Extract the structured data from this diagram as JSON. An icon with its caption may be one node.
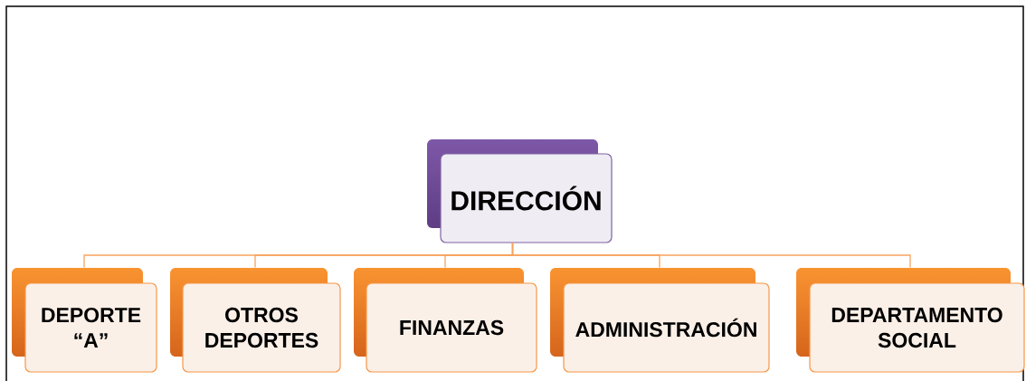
{
  "diagram": {
    "nodes": [
      {
        "text": [
          "DIRECCIÓN"
        ]
      },
      {
        "text": [
          "DEPORTE “A”"
        ]
      },
      {
        "text": [
          "OTROS DEPORTES"
        ]
      },
      {
        "text": [
          "FINANZAS"
        ]
      },
      {
        "text": [
          "ADMINISTRACIÓN"
        ]
      },
      {
        "text": [
          "DEPARTAMENTO SOCIAL"
        ]
      }
    ],
    "edges": [
      {
        "from": 0,
        "to": 1,
        "arrow": "none"
      },
      {
        "from": 0,
        "to": 2,
        "arrow": "none"
      },
      {
        "from": 0,
        "to": 3,
        "arrow": "none"
      },
      {
        "from": 0,
        "to": 4,
        "arrow": "none"
      },
      {
        "from": 0,
        "to": 5,
        "arrow": "none"
      }
    ]
  }
}
